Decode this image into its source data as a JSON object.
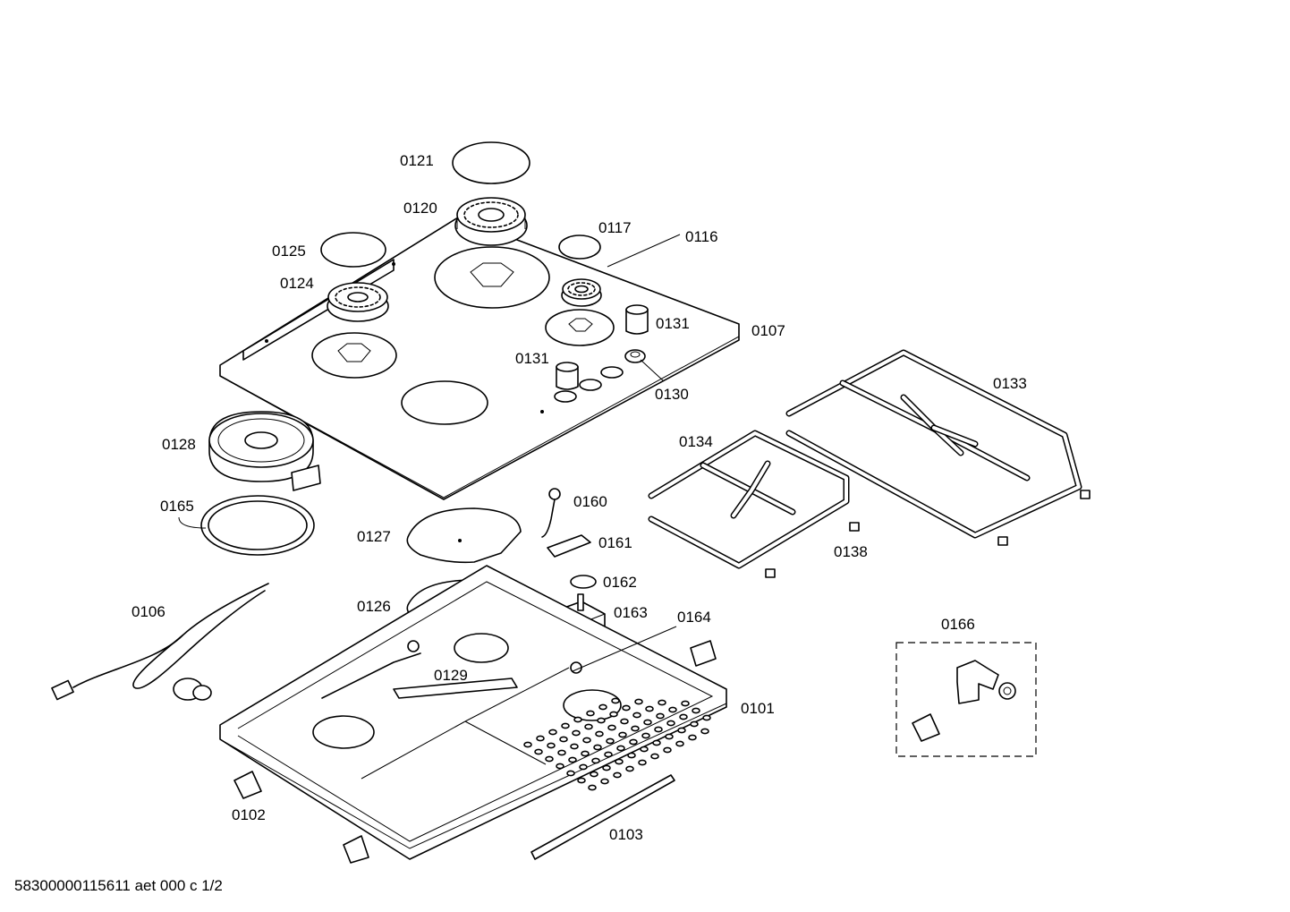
{
  "labels": {
    "p0121": "0121",
    "p0120": "0120",
    "p0117": "0117",
    "p0116": "0116",
    "p0125": "0125",
    "p0124": "0124",
    "p0131a": "0131",
    "p0107": "0107",
    "p0131b": "0131",
    "p0130": "0130",
    "p0133": "0133",
    "p0134": "0134",
    "p0128": "0128",
    "p0165": "0165",
    "p0160": "0160",
    "p0127": "0127",
    "p0161": "0161",
    "p0138": "0138",
    "p0162": "0162",
    "p0106": "0106",
    "p0126": "0126",
    "p0163": "0163",
    "p0164": "0164",
    "p0166": "0166",
    "p0129": "0129",
    "p0101": "0101",
    "p0102": "0102",
    "p0103": "0103"
  },
  "footer": "58300000115611 aet 000 c 1/2"
}
